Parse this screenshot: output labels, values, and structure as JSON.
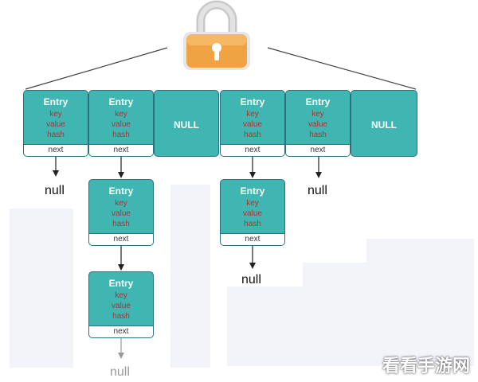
{
  "lock": {
    "icon": "padlock-icon",
    "body_color": "#f0a342",
    "shackle_color": "#d7d7d7"
  },
  "colors": {
    "cell_fill": "#3fb6b2",
    "cell_border": "#2d6f80",
    "field_text": "#b1322f"
  },
  "entry": {
    "title": "Entry",
    "key": "key",
    "value": "value",
    "hash": "hash",
    "next": "next"
  },
  "null_cell_label": "NULL",
  "null_label": "null",
  "watermark": "看看手游网"
}
